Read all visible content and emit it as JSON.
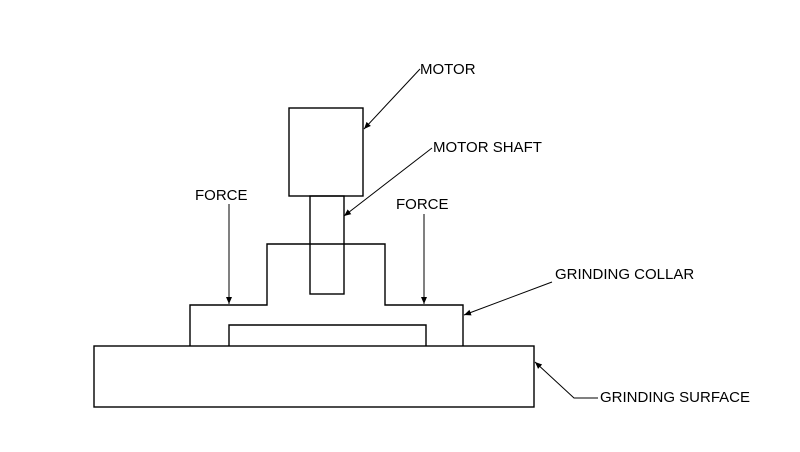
{
  "labels": {
    "motor": "MOTOR",
    "motor_shaft": "MOTOR SHAFT",
    "force_left": "FORCE",
    "force_right": "FORCE",
    "grinding_collar": "GRINDING COLLAR",
    "grinding_surface": "GRINDING SURFACE"
  },
  "colors": {
    "line": "#000000",
    "background": "#ffffff"
  }
}
